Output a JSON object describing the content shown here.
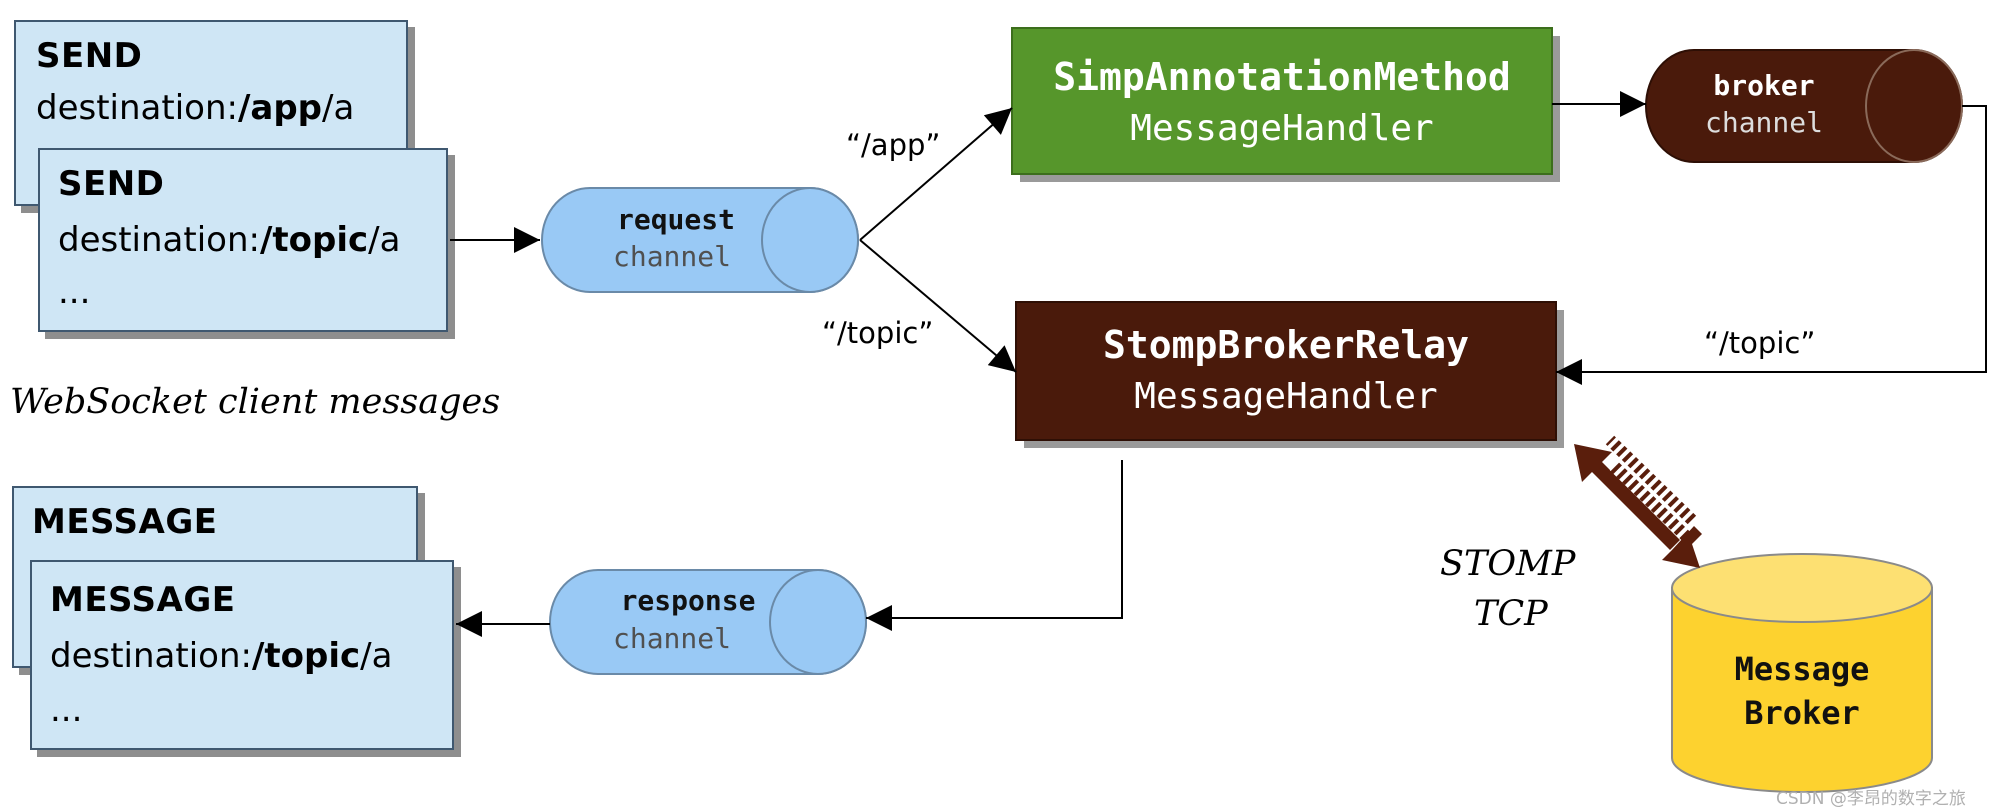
{
  "client_messages": {
    "caption": "WebSocket client messages",
    "send_back": {
      "command": "SEND",
      "dest_prefix": "destination:",
      "dest_bold": "/app",
      "dest_suffix": "/a"
    },
    "send_front": {
      "command": "SEND",
      "dest_prefix": "destination:",
      "dest_bold": "/topic",
      "dest_suffix": "/a",
      "ellipsis": "..."
    },
    "message_back": {
      "command": "MESSAGE"
    },
    "message_front": {
      "command": "MESSAGE",
      "dest_prefix": "destination:",
      "dest_bold": "/topic",
      "dest_suffix": "/a",
      "ellipsis": "..."
    }
  },
  "channels": {
    "request": {
      "title": "request",
      "subtitle": "channel"
    },
    "response": {
      "title": "response",
      "subtitle": "channel"
    },
    "broker": {
      "title": "broker",
      "subtitle": "channel"
    }
  },
  "handlers": {
    "simp": {
      "title": "SimpAnnotationMethod",
      "subtitle": "MessageHandler"
    },
    "relay": {
      "title": "StompBrokerRelay",
      "subtitle": "MessageHandler"
    }
  },
  "route_labels": {
    "app": "“/app”",
    "topic_down": "“/topic”",
    "topic_return": "“/topic”"
  },
  "stomp": {
    "line1": "STOMP",
    "line2": "TCP"
  },
  "message_broker": {
    "line1": "Message",
    "line2": "Broker"
  },
  "watermark": "CSDN @李昂的数字之旅",
  "colors": {
    "card_fill": "#cfe6f5",
    "channel_blue": "#99c9f5",
    "simp_green": "#56962b",
    "relay_brown": "#4a1a0b",
    "broker_yellow": "#fdd22f"
  }
}
